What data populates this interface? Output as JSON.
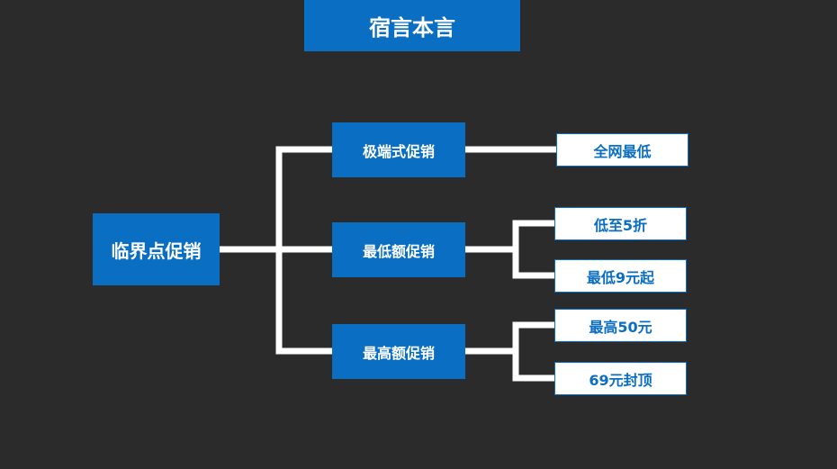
{
  "title": "宿言本言",
  "root": {
    "label": "临界点促销"
  },
  "branches": [
    {
      "label": "极端式促销",
      "leaves": [
        "全网最低"
      ]
    },
    {
      "label": "最低额促销",
      "leaves": [
        "低至5折",
        "最低9元起"
      ]
    },
    {
      "label": "最高额促销",
      "leaves": [
        "最高50元",
        "69元封顶"
      ]
    }
  ],
  "colors": {
    "background": "#2b2b2b",
    "accent_blue": "#0a6ec2",
    "connector": "#ffffff"
  }
}
